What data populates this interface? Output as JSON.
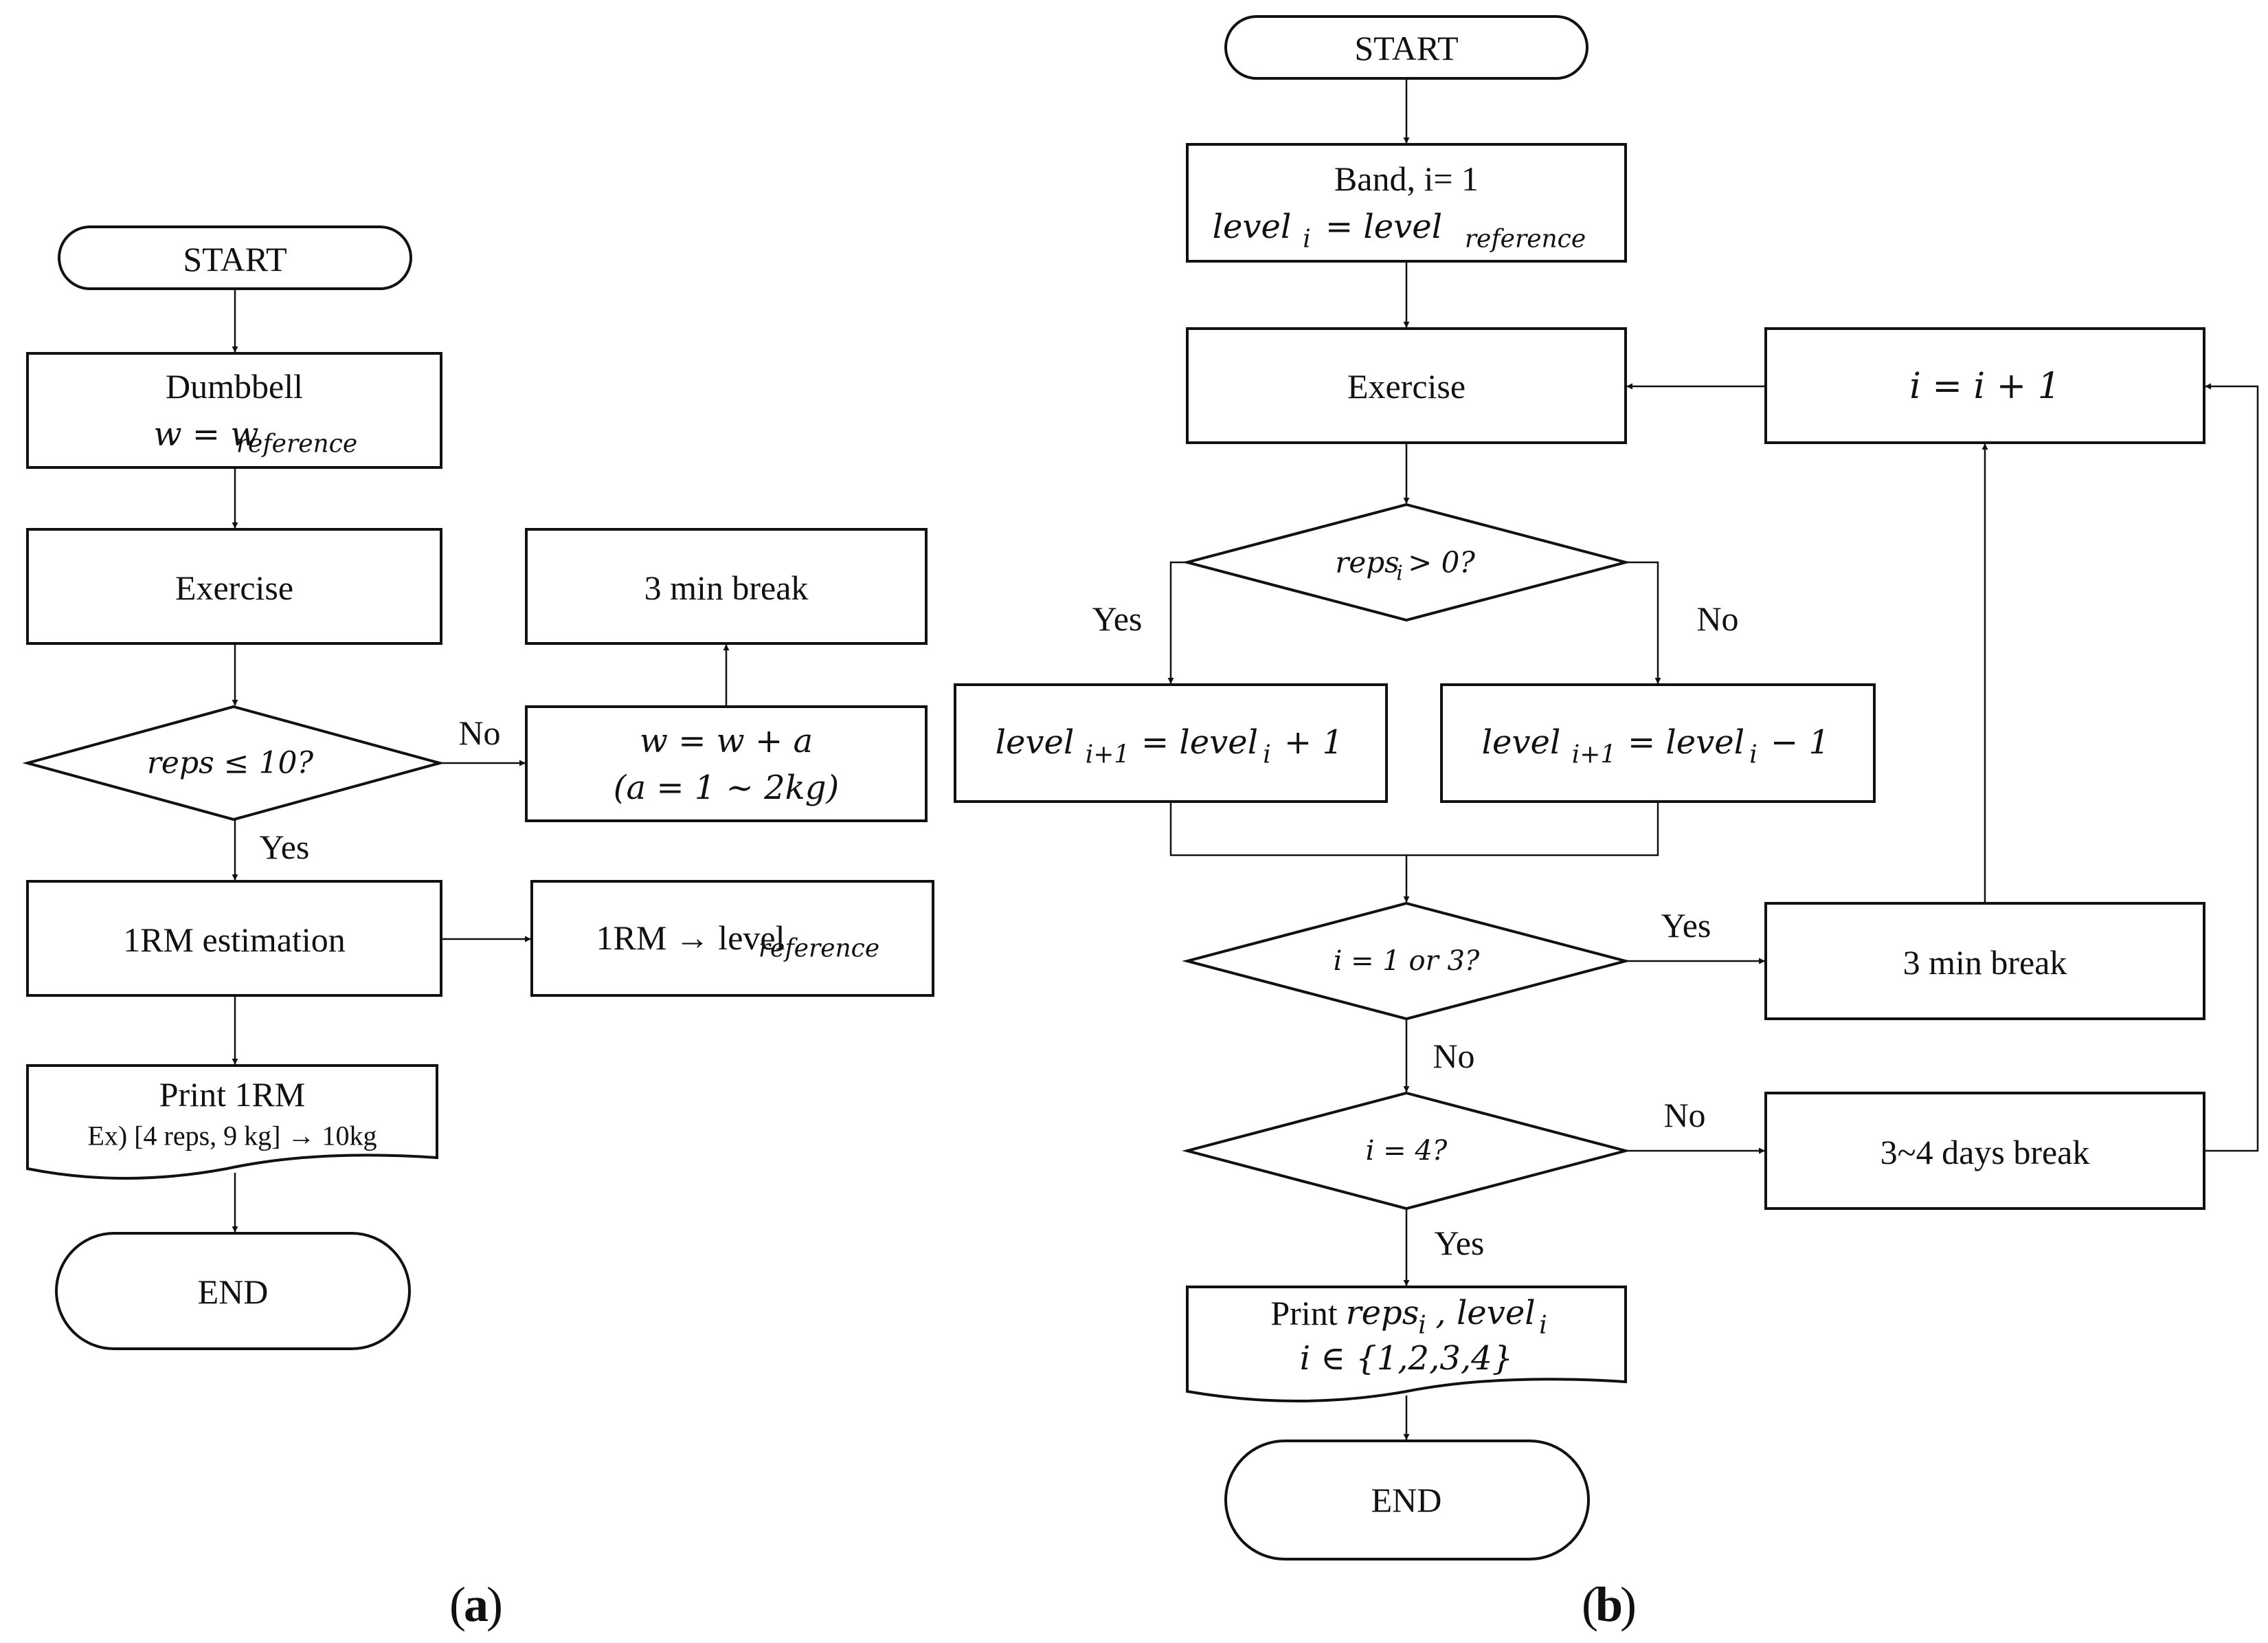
{
  "panel_a": {
    "label_open": "(",
    "label_letter": "a",
    "label_close": ")",
    "start": "START",
    "dumbbell_line1": "Dumbbell",
    "dumbbell_line2": "w = w",
    "dumbbell_sub": "reference",
    "exercise": "Exercise",
    "decision": "reps ≤ 10?",
    "no": "No",
    "yes": "Yes",
    "increase_line1": "w = w + a",
    "increase_line2": "(a = 1 ~ 2kg)",
    "break": "3 min break",
    "estimation": "1RM estimation",
    "reference_main": "1RM → level",
    "reference_sub": "reference",
    "print_line1": "Print 1RM",
    "print_line2": "Ex) [4 reps, 9 kg] → 10kg",
    "end": "END"
  },
  "panel_b": {
    "label_open": "(",
    "label_letter": "b",
    "label_close": ")",
    "start": "START",
    "band_line1": "Band, i= 1",
    "band_line2_a": "level",
    "band_line2_a_sub": "i",
    "band_line2_b": " = level",
    "band_line2_b_sub": "reference",
    "exercise": "Exercise",
    "increment": "i = i + 1",
    "decision1_main": "reps",
    "decision1_sub": "i",
    "decision1_tail": " > 0?",
    "yes1": "Yes",
    "no1": "No",
    "level_up_a": "level",
    "level_up_a_sub": "i+1",
    "level_up_b": " = level",
    "level_up_b_sub": "i",
    "level_up_c": " + 1",
    "level_down_a": "level",
    "level_down_a_sub": "i+1",
    "level_down_b": " = level",
    "level_down_b_sub": "i",
    "level_down_c": " − 1",
    "decision2": "i = 1 or 3?",
    "yes2": "Yes",
    "no2": "No",
    "break_short": "3 min break",
    "decision3": "i = 4?",
    "no3": "No",
    "yes3": "Yes",
    "break_long": "3~4 days break",
    "print_line1_a": "Print ",
    "print_line1_b": "reps",
    "print_line1_b_sub": "i",
    "print_line1_c": ", level",
    "print_line1_c_sub": "i",
    "print_line2": "i ∈ {1,2,3,4}",
    "end": "END"
  }
}
